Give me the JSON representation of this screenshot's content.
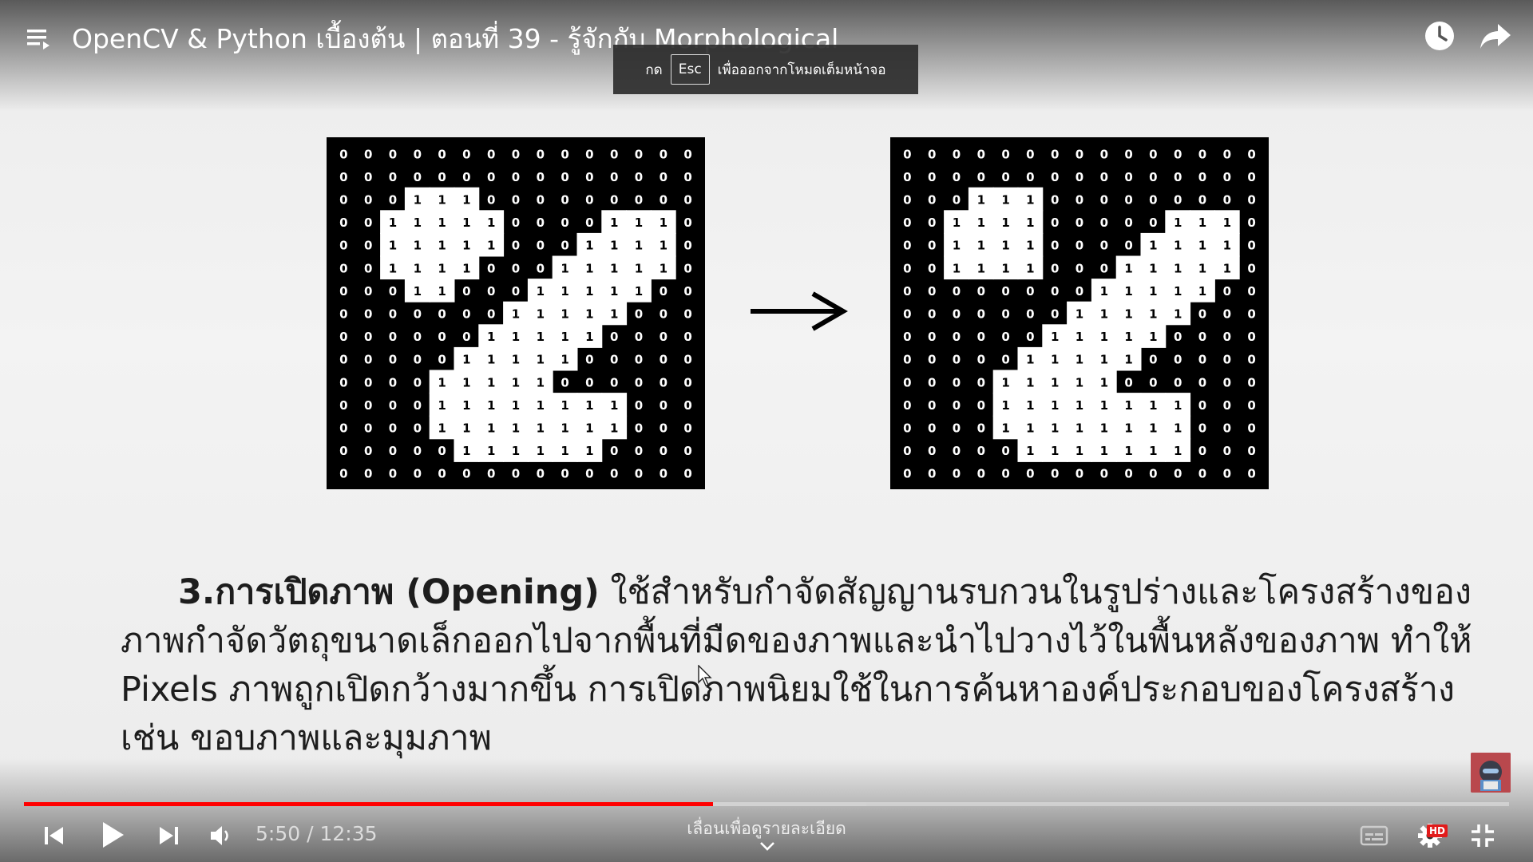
{
  "title_bar": {
    "title": "OpenCV & Python เบื้องต้น | ตอนที่ 39 - รู้จักกับ Morphological",
    "playlist_icon": "playlist-icon",
    "watch_later_icon": "clock-icon",
    "share_icon": "share-arrow-icon"
  },
  "fullscreen_toast": {
    "prefix": "กด",
    "key": "Esc",
    "suffix": "เพื่อออกจากโหมดเต็มหน้าจอ"
  },
  "slide": {
    "before_grid": [
      "000000000000000",
      "000000000000000",
      "000111000000000",
      "001111100001110",
      "001111100011110",
      "001111000111110",
      "000110001111100",
      "000000011111000",
      "000000111110000",
      "000001111100000",
      "000011111000000",
      "000011111111000",
      "000011111111000",
      "000001111110000",
      "000000000000000"
    ],
    "after_grid": [
      "000000000000000",
      "000000000000000",
      "000111000000000",
      "001111000001110",
      "001111000011110",
      "001111000111110",
      "000000001111100",
      "000000011111000",
      "000000111110000",
      "000001111100000",
      "000011111000000",
      "000011111111000",
      "000011111111000",
      "000001111111000",
      "000000000000000"
    ],
    "paragraph_heading": "3.การเปิดภาพ (Opening)",
    "paragraph_line1": " ใช้สำหรับกำจัดสัญญานรบกวนในรูปร่างและโครงสร้างของ",
    "paragraph_line2": "ภาพกำจัดวัตถุขนาดเล็กออกไปจากพื้นที่มืดของภาพและนำไปวางไว้ในพื้นหลังของภาพ ทำให้",
    "paragraph_line3": "Pixels ภาพถูกเปิดกว้างมากขึ้น การเปิดภาพนิยมใช้ในการค้นหาองค์ประกอบของโครงสร้าง",
    "paragraph_line4": "เช่น ขอบภาพและมุมภาพ"
  },
  "player": {
    "progress_played_fraction": 0.464,
    "progress_buffered_fraction": 0.567,
    "current_time": "5:50",
    "duration": "12:35",
    "time_text": "5:50 / 12:35",
    "details_label": "เลื่อนเพื่อดูรายละเอียด",
    "hd_badge": "HD",
    "accent_color": "#ff0000",
    "icons": {
      "previous": "skip-previous-icon",
      "play": "play-icon",
      "next": "skip-next-icon",
      "volume": "volume-icon",
      "captions": "captions-icon",
      "settings": "settings-gear-icon",
      "exit_fullscreen": "exit-fullscreen-icon",
      "channel_avatar": "channel-avatar"
    }
  }
}
